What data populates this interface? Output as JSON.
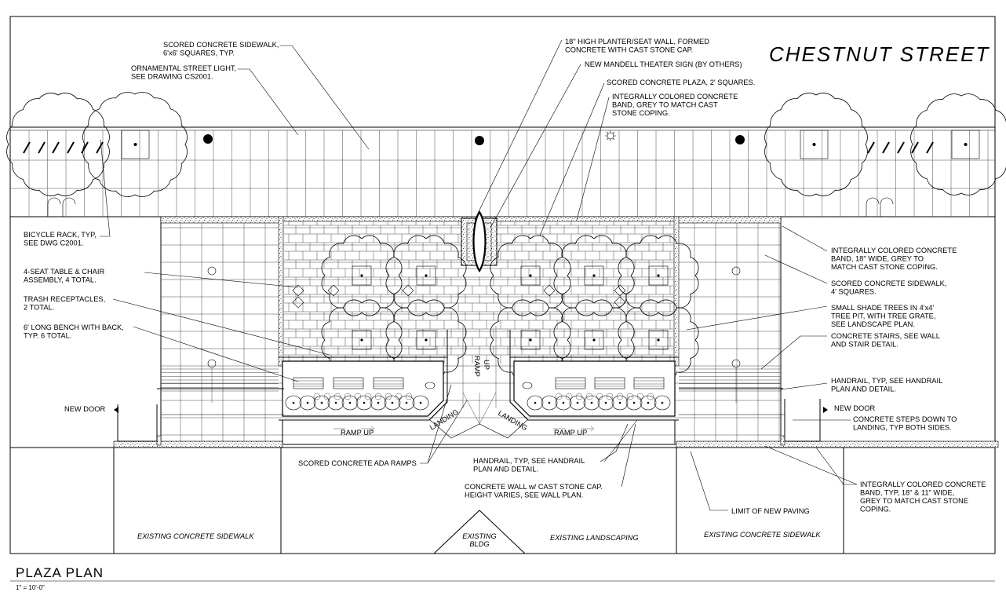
{
  "street_name": "CHESTNUT STREET",
  "title": "PLAZA PLAN",
  "scale": "1\" = 10'-0\"",
  "notes": {
    "sidewalk_scored": [
      "SCORED CONCRETE SIDEWALK,",
      "6'x6' SQUARES, TYP."
    ],
    "street_light": [
      "ORNAMENTAL STREET LIGHT,",
      "SEE DRAWING CS2001."
    ],
    "planter": [
      "18\" HIGH PLANTER/SEAT WALL, FORMED",
      "CONCRETE WITH CAST STONE CAP."
    ],
    "theater_sign": [
      "NEW MANDELL THEATER SIGN (BY OTHERS)"
    ],
    "plaza": [
      "SCORED CONCRETE PLAZA, 2' SQUARES."
    ],
    "band_cap": [
      "INTEGRALLY COLORED CONCRETE",
      "BAND, GREY TO MATCH CAST",
      "STONE COPING."
    ],
    "bike_rack": [
      "BICYCLE RACK, TYP,",
      "SEE DWG C2001."
    ],
    "table": [
      "4-SEAT TABLE & CHAIR",
      "ASSEMBLY, 4 TOTAL."
    ],
    "trash": [
      "TRASH RECEPTACLES,",
      "2 TOTAL."
    ],
    "bench": [
      "6' LONG BENCH WITH BACK,",
      "TYP. 6 TOTAL."
    ],
    "band_18": [
      "INTEGRALLY COLORED CONCRETE",
      "BAND, 18\" WIDE, GREY TO",
      "MATCH CAST STONE COPING."
    ],
    "sidewalk_4": [
      "SCORED CONCRETE SIDEWALK,",
      "4' SQUARES."
    ],
    "shade_trees": [
      "SMALL SHADE TREES IN 4'x4'",
      "TREE PIT, WITH TREE GRATE,",
      "SEE LANDSCAPE PLAN."
    ],
    "stairs": [
      "CONCRETE STAIRS, SEE WALL",
      "AND STAIR DETAIL."
    ],
    "handrail_r": [
      "HANDRAIL, TYP, SEE HANDRAIL",
      "PLAN AND DETAIL."
    ],
    "steps_down": [
      "CONCRETE STEPS DOWN TO",
      "LANDING, TYP BOTH SIDES."
    ],
    "ada_ramps": [
      "SCORED CONCRETE ADA RAMPS"
    ],
    "handrail_c": [
      "HANDRAIL, TYP, SEE HANDRAIL",
      "PLAN AND DETAIL."
    ],
    "wall": [
      "CONCRETE WALL w/ CAST STONE CAP.",
      "HEIGHT VARIES, SEE WALL PLAN."
    ],
    "limit": [
      "LIMIT OF NEW PAVING"
    ],
    "band_typ": [
      "INTEGRALLY COLORED CONCRETE",
      "BAND, TYP, 18\" & 11\" WIDE,",
      "GREY TO MATCH CAST STONE",
      "COPING."
    ],
    "new_door_l": [
      "NEW DOOR"
    ],
    "new_door_r": [
      "NEW DOOR"
    ]
  },
  "labels": {
    "ramp_up_left": "RAMP UP",
    "ramp_up_right": "RAMP UP",
    "landing_left": "LANDING",
    "landing_right": "LANDING",
    "ramp_top": "RAMP",
    "ramp_bottom": "UP",
    "existing_sidewalk_left": "EXISTING CONCRETE SIDEWALK",
    "existing_sidewalk_right": "EXISTING CONCRETE SIDEWALK",
    "existing_landscaping": "EXISTING LANDSCAPING",
    "existing_bldg_1": "EXISTING",
    "existing_bldg_2": "BLDG"
  }
}
